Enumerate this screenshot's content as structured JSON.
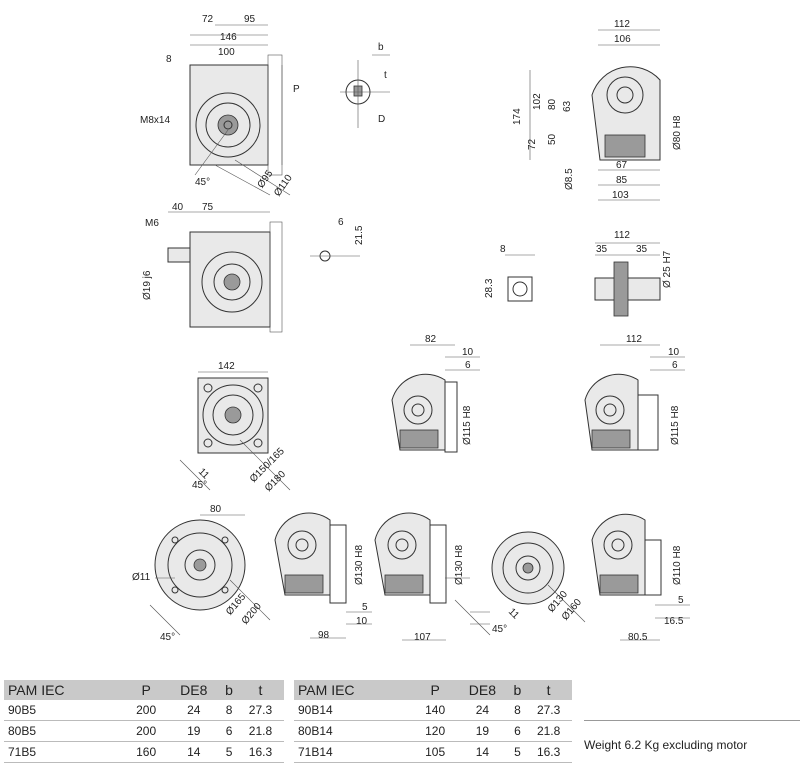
{
  "drawing": {
    "view_top_left": {
      "d72": "72",
      "d95": "95",
      "d146": "146",
      "d100": "100",
      "d8": "8",
      "dP": "P",
      "m8": "M8x14",
      "a45": "45°",
      "d95b": "Ø95",
      "d110": "Ø110"
    },
    "shaft_key": {
      "b": "b",
      "t": "t",
      "D": "D"
    },
    "side_view": {
      "d112": "112",
      "d106": "106",
      "d174": "174",
      "d102": "102",
      "d80": "80",
      "d63": "63",
      "d72": "72",
      "d50": "50",
      "d80h8": "Ø80 H8",
      "d67": "67",
      "d85": "85",
      "d103": "103",
      "d85s": "Ø8.5"
    },
    "input_shaft": {
      "m6": "M6",
      "d40": "40",
      "d75": "75",
      "d19": "Ø19 j6",
      "d6": "6",
      "d215": "21.5"
    },
    "hollow_shaft": {
      "d8": "8",
      "d283": "28.3",
      "d112": "112",
      "d35a": "35",
      "d35b": "35",
      "d25": "Ø 25 H7"
    },
    "flange_square": {
      "d142": "142",
      "d11": "11",
      "a45": "45°",
      "d150": "Ø150/165",
      "d180": "Ø180"
    },
    "side_flange_82": {
      "d82": "82",
      "d10": "10",
      "d6": "6",
      "d115": "Ø115 H8"
    },
    "side_flange_112": {
      "d112": "112",
      "d10": "10",
      "d6": "6",
      "d115": "Ø115 H8"
    },
    "round_flange_b5": {
      "d80": "80",
      "d11": "Ø11",
      "a45": "45°",
      "d165": "Ø165",
      "d200": "Ø200"
    },
    "side_130_a": {
      "d130": "Ø130 H8",
      "d98": "98"
    },
    "side_130_b": {
      "d130": "Ø130 H8",
      "d5": "5",
      "d10": "10",
      "d107": "107"
    },
    "round_flange_b14": {
      "d11": "11",
      "a45": "45°",
      "d130": "Ø130",
      "d160": "Ø160"
    },
    "side_110": {
      "d110": "Ø110 H8",
      "d5": "5",
      "d165": "16.5",
      "d805": "80.5"
    }
  },
  "tables": [
    {
      "headers": [
        "PAM IEC",
        "P",
        "DE8",
        "b",
        "t"
      ],
      "rows": [
        [
          "90B5",
          "200",
          "24",
          "8",
          "27.3"
        ],
        [
          "80B5",
          "200",
          "19",
          "6",
          "21.8"
        ],
        [
          "71B5",
          "160",
          "14",
          "5",
          "16.3"
        ]
      ]
    },
    {
      "headers": [
        "PAM IEC",
        "P",
        "DE8",
        "b",
        "t"
      ],
      "rows": [
        [
          "90B14",
          "140",
          "24",
          "8",
          "27.3"
        ],
        [
          "80B14",
          "120",
          "19",
          "6",
          "21.8"
        ],
        [
          "71B14",
          "105",
          "14",
          "5",
          "16.3"
        ]
      ]
    }
  ],
  "footer": {
    "weight": "Weight 6.2 Kg excluding motor"
  }
}
